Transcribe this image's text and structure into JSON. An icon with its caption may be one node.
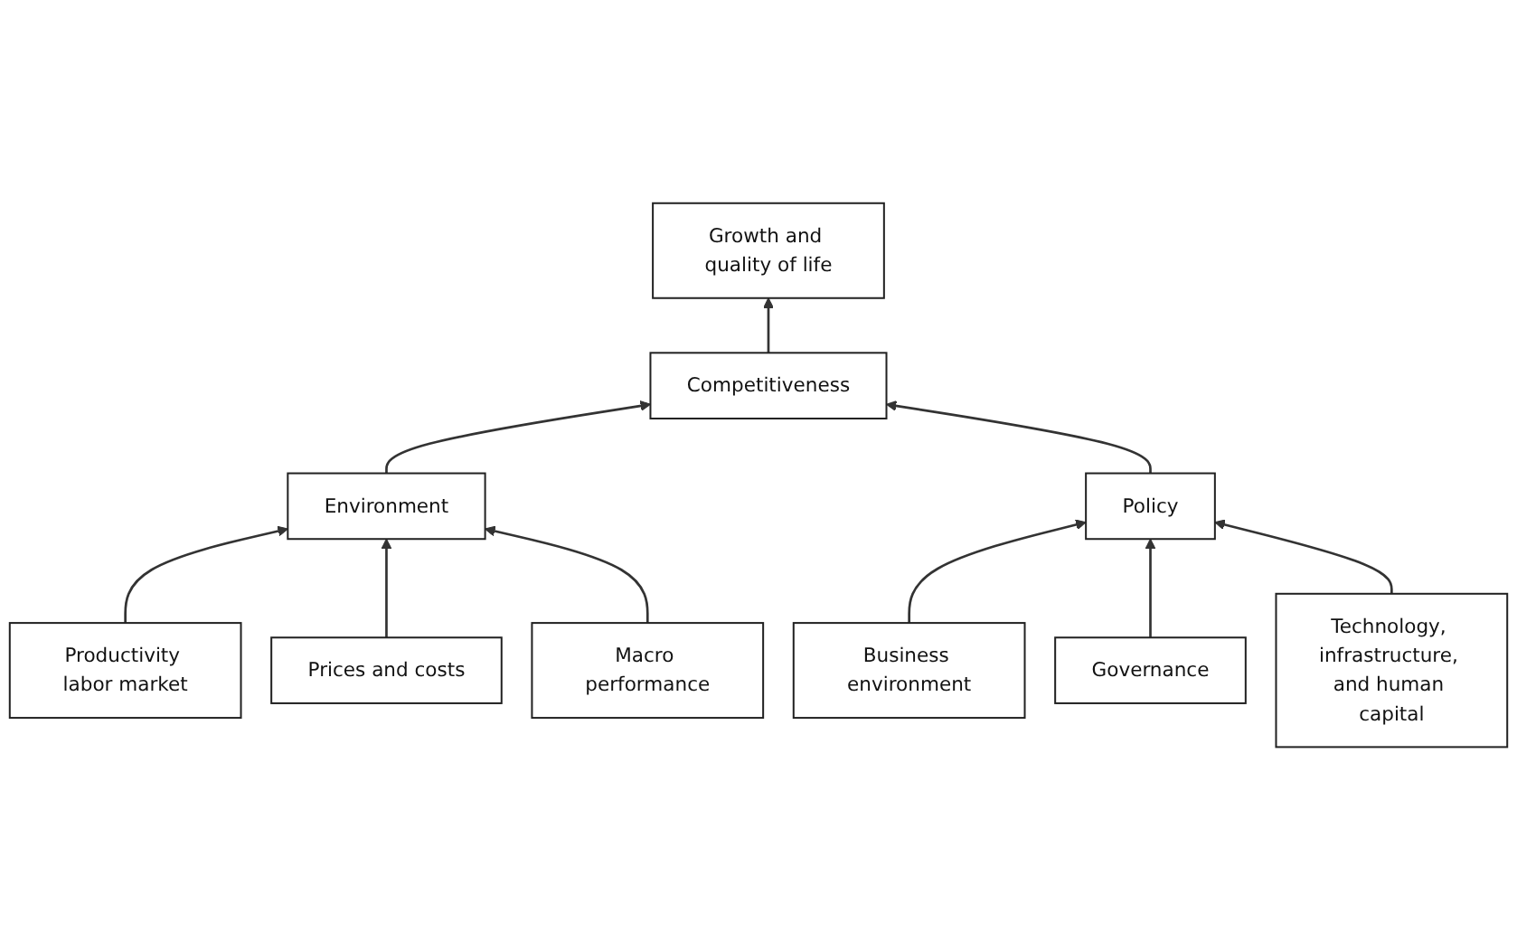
{
  "diagram": {
    "nodes": [
      {
        "text": [
          "Growth and quality of life"
        ]
      },
      {
        "text": [
          "Competitiveness"
        ]
      },
      {
        "text": [
          "Environment"
        ]
      },
      {
        "text": [
          "Policy"
        ]
      },
      {
        "text": [
          "Productivity labor market"
        ]
      },
      {
        "text": [
          "Prices and costs"
        ]
      },
      {
        "text": [
          "Macro performance"
        ]
      },
      {
        "text": [
          "Business environment"
        ]
      },
      {
        "text": [
          "Governance"
        ]
      },
      {
        "text": [
          "Technology, infrastructure, and human capital"
        ]
      }
    ],
    "edges": [
      {
        "from": 1,
        "to": 0,
        "arrow": "to"
      },
      {
        "from": 2,
        "to": 1,
        "arrow": "to"
      },
      {
        "from": 3,
        "to": 1,
        "arrow": "to"
      },
      {
        "from": 4,
        "to": 2,
        "arrow": "to"
      },
      {
        "from": 5,
        "to": 2,
        "arrow": "to"
      },
      {
        "from": 6,
        "to": 2,
        "arrow": "to"
      },
      {
        "from": 7,
        "to": 3,
        "arrow": "to"
      },
      {
        "from": 8,
        "to": 3,
        "arrow": "to"
      },
      {
        "from": 9,
        "to": 3,
        "arrow": "to"
      }
    ]
  }
}
